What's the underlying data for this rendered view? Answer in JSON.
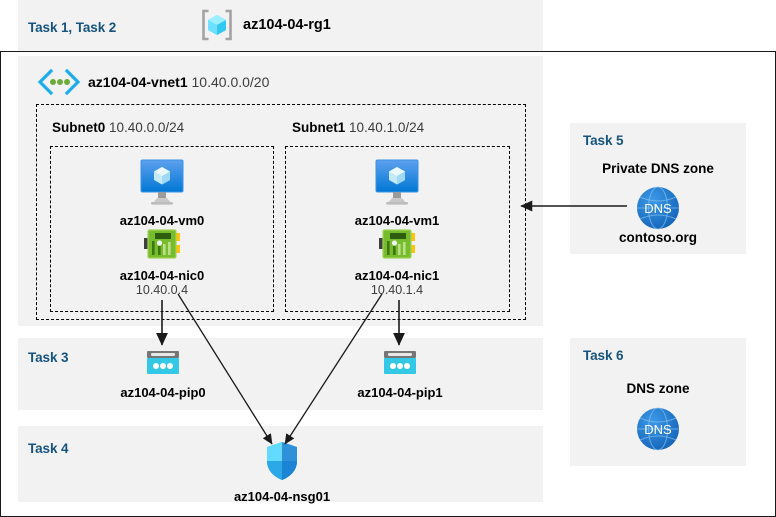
{
  "diagram": {
    "title": "Azure AZ-104 Lab 04 resource topology",
    "colors": {
      "task_label": "#16537e",
      "panel_bg": "#f2f2f2",
      "page_bg": "#ffffff",
      "frame_border": "#1a1a1a",
      "vm_icon": "#0078d4",
      "nic_icon": "#5e9b31",
      "pip_icon": "#32c8e6",
      "nsg_icon": "#32bdf0",
      "dns_icon": "#1f6fc4",
      "rg_icon": "#50e6ff",
      "vnet_icon": "#0078d4",
      "subtext": "#3c3c3c"
    }
  },
  "header": {
    "task_label": "Task 1, Task 2",
    "rg_icon": "resource-group-icon",
    "rg_name": "az104-04-rg1"
  },
  "vnet": {
    "icon": "virtual-network-icon",
    "name": "az104-04-vnet1",
    "cidr": "10.40.0.0/20"
  },
  "subnets": [
    {
      "name": "Subnet0",
      "cidr": "10.40.0.0/24",
      "vm": {
        "icon": "virtual-machine-icon",
        "name": "az104-04-vm0"
      },
      "nic": {
        "icon": "network-interface-icon",
        "name": "az104-04-nic0",
        "ip": "10.40.0.4"
      }
    },
    {
      "name": "Subnet1",
      "cidr": "10.40.1.0/24",
      "vm": {
        "icon": "virtual-machine-icon",
        "name": "az104-04-vm1"
      },
      "nic": {
        "icon": "network-interface-icon",
        "name": "az104-04-nic1",
        "ip": "10.40.1.4"
      }
    }
  ],
  "task3": {
    "task_label": "Task 3",
    "public_ips": [
      {
        "icon": "public-ip-address-icon",
        "name": "az104-04-pip0"
      },
      {
        "icon": "public-ip-address-icon",
        "name": "az104-04-pip1"
      }
    ]
  },
  "task4": {
    "task_label": "Task 4",
    "nsg": {
      "icon": "network-security-group-icon",
      "name": "az104-04-nsg01"
    }
  },
  "task5": {
    "task_label": "Task 5",
    "heading": "Private DNS zone",
    "icon": "dns-zone-icon",
    "icon_text": "DNS",
    "zone_name": "contoso.org"
  },
  "task6": {
    "task_label": "Task 6",
    "heading": "DNS zone",
    "icon": "dns-zone-icon",
    "icon_text": "DNS"
  }
}
